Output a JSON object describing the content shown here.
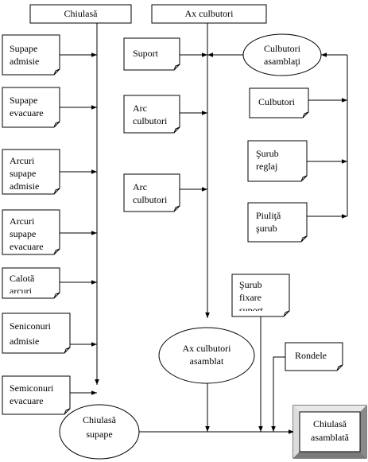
{
  "headers": {
    "chiulasa": "Chiulasă",
    "ax_culbutori": "Ax culbutori"
  },
  "parts_left": {
    "supape_admisie": [
      "Supape",
      "admisie"
    ],
    "supape_evacuare": [
      "Supape",
      "evacuare"
    ],
    "arcuri_admisie": [
      "Arcuri",
      "supape",
      "admisie"
    ],
    "arcuri_evacuare": [
      "Arcuri",
      "supape",
      "evacuare"
    ],
    "calota": [
      "Calotă",
      "arcuri"
    ],
    "seminconuri_admisie": [
      "Seniconuri",
      "admisie"
    ],
    "semiconuri_evacuare": [
      "Semiconuri",
      "evacuare"
    ]
  },
  "parts_middle": {
    "suport": [
      "Suport"
    ],
    "arc_culbutori_1": [
      "Arc",
      "culbutori"
    ],
    "arc_culbutori_2": [
      "Arc",
      "culbutori"
    ]
  },
  "parts_right": {
    "culbutori": [
      "Culbutori"
    ],
    "surub_reglaj": [
      "Şurub",
      "reglaj"
    ],
    "piulita_surub": [
      "Piuliţă",
      "şurub"
    ],
    "surub_fixare": [
      "Şurub",
      "fixare",
      "suport"
    ],
    "rondele": [
      "Rondele"
    ]
  },
  "assemblies": {
    "culbutori_asamblati": [
      "Culbutori",
      "asamblaţi"
    ],
    "ax_culbutori_asamblat": [
      "Ax culbutori",
      "asamblat"
    ],
    "chiulasa_supape": [
      "Chiulasă",
      "supape"
    ],
    "chiulasa_asamblata": [
      "Chiulasă",
      "asamblată"
    ]
  }
}
